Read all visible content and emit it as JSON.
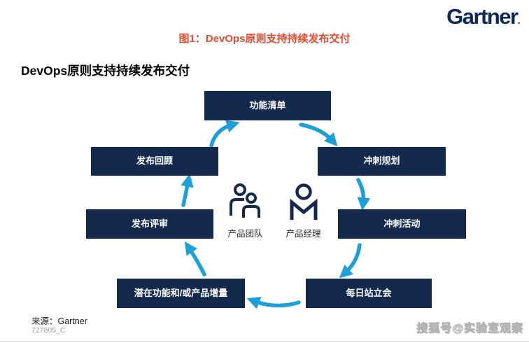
{
  "header": {
    "logo": "Gartner",
    "logo_registered": ".",
    "figure_title": "图1：DevOps原则支持持续发布交付"
  },
  "main": {
    "heading": "DevOps原则支持持续发布交付"
  },
  "diagram": {
    "boxes": [
      {
        "label": "功能清单"
      },
      {
        "label": "冲刺规划"
      },
      {
        "label": "冲刺活动"
      },
      {
        "label": "每日站立会"
      },
      {
        "label": "潜在功能和/或产品增量"
      },
      {
        "label": "发布评审"
      },
      {
        "label": "发布回顾"
      }
    ],
    "flow": "clockwise",
    "center": {
      "team_label": "产品团队",
      "manager_label": "产品经理"
    }
  },
  "footer": {
    "source": "来源：Gartner",
    "doc_id": "727805_C",
    "watermark": "搜狐号@实验室观察"
  },
  "colors": {
    "navy": "#13294d",
    "arrow-blue": "#1f9fd8",
    "title-red": "#e14b2f",
    "logo-navy": "#0c2a55",
    "muted-gray": "#9a9a9a"
  }
}
